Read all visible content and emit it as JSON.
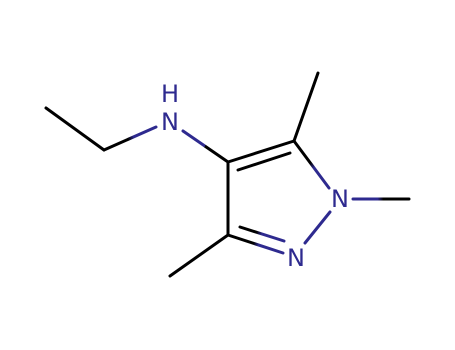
{
  "molecule": {
    "colors": {
      "carbon_bond": "#000000",
      "nitrogen": "#2e2a8f",
      "background": "#ffffff"
    },
    "atoms": {
      "amine_n": "N",
      "amine_h": "H",
      "ring_n1": "N",
      "ring_n2": "N"
    }
  }
}
